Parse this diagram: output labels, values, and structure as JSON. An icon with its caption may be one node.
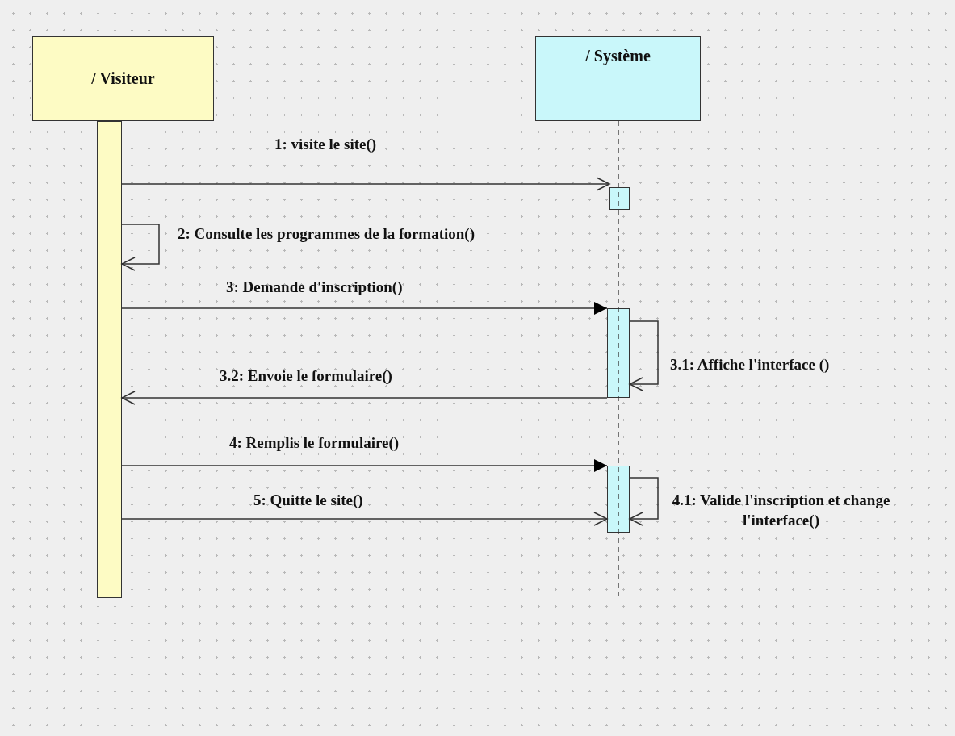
{
  "diagram": {
    "nodes": [
      {
        "text": [
          "/ Visiteur"
        ]
      },
      {
        "text": [
          "/ Système"
        ]
      },
      {
        "text": [],
        "shape": "bar"
      },
      {
        "text": [],
        "shape": "bar"
      },
      {
        "text": [],
        "shape": "bar"
      },
      {
        "text": [],
        "shape": "bar"
      }
    ],
    "edges": [
      {
        "from": 2,
        "to": 3,
        "arrow": "to",
        "label": "1: visite le site()"
      },
      {
        "from": 2,
        "to": 2,
        "arrow": "to",
        "label": "2: Consulte les programmes de la formation()"
      },
      {
        "from": 2,
        "to": 4,
        "arrow": "to",
        "label": "3: Demande d'inscription()"
      },
      {
        "from": 4,
        "to": 4,
        "arrow": "to",
        "label": "3.1: Affiche l'interface ()"
      },
      {
        "from": 4,
        "to": 2,
        "arrow": "to",
        "label": "3.2: Envoie le formulaire()"
      },
      {
        "from": 2,
        "to": 5,
        "arrow": "to",
        "label": "4: Remplis le formulaire()"
      },
      {
        "from": 2,
        "to": 5,
        "arrow": "to",
        "label": "5: Quitte le site()"
      },
      {
        "from": 5,
        "to": 5,
        "arrow": "to",
        "label": "4.1: Valide l'inscription et change l'interface()"
      }
    ]
  }
}
